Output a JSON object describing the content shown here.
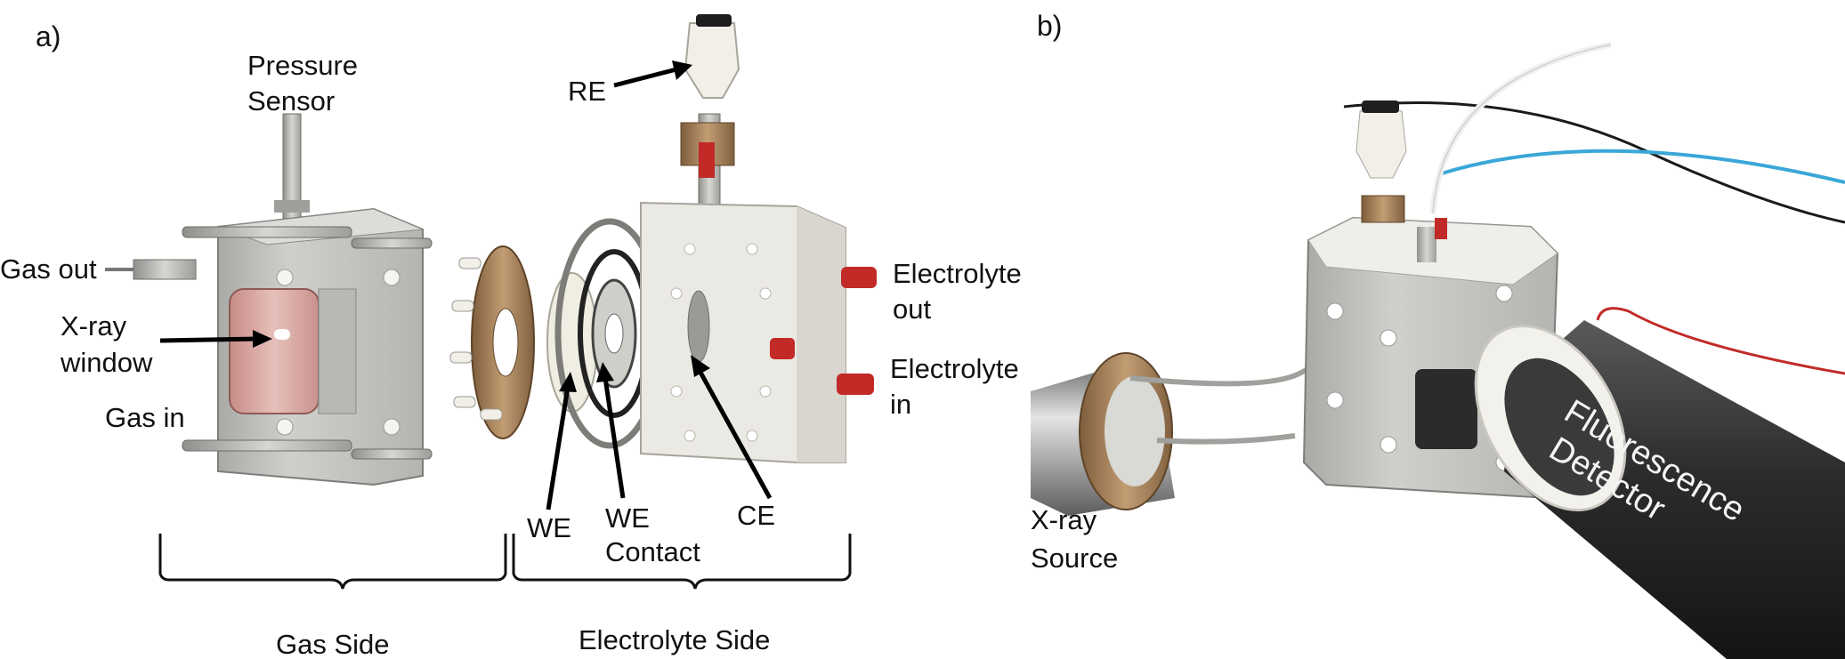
{
  "panels": {
    "a": "a)",
    "b": "b)"
  },
  "labels_a": {
    "pressure_sensor": [
      "Pressure",
      "Sensor"
    ],
    "gas_out": "Gas out",
    "xray_window": [
      "X-ray",
      "window"
    ],
    "gas_in": "Gas in",
    "re": "RE",
    "electrolyte_out": [
      "Electrolyte",
      "out"
    ],
    "electrolyte_in": [
      "Electrolyte",
      "in"
    ],
    "we": "WE",
    "we_contact": [
      "WE",
      "Contact"
    ],
    "ce": "CE",
    "gas_side": "Gas Side",
    "electrolyte_side": "Electrolyte Side"
  },
  "labels_b": {
    "xray_source": [
      "X-ray",
      "Source"
    ],
    "fluorescence_detector": [
      "Fluorescence",
      "Detector"
    ]
  },
  "colors": {
    "metal": "#b9b9b6",
    "body_white": "#ecebe6",
    "bronze": "#9c7a55",
    "window_pink": "#d9a7a3",
    "cap_red": "#c22a27",
    "detector_dark": "#2f2f2f",
    "cable_blue": "#3aa7d8"
  }
}
